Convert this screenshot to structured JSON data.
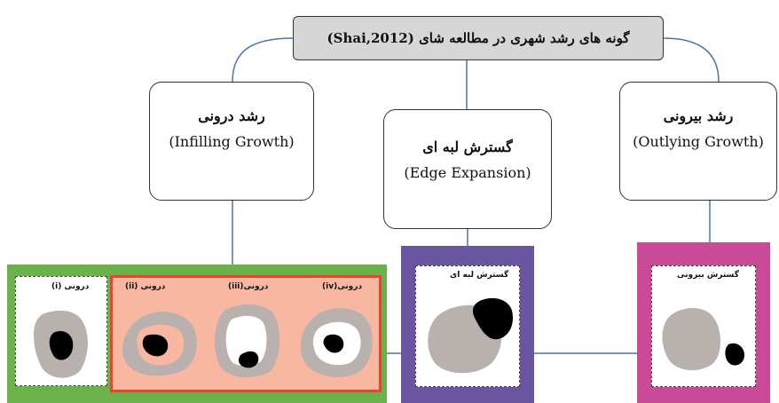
{
  "diagram": {
    "root": "گونه های رشد شهری در مطالعه شای (Shai,2012)",
    "branches": [
      {
        "fa": "رشد درونی",
        "en": "(Infilling Growth)"
      },
      {
        "fa": "گسترش لبه ای",
        "en": "(Edge Expansion)"
      },
      {
        "fa": "رشد بیرونی",
        "en": "(Outlying Growth)"
      }
    ],
    "infill_cards": [
      "درونی (i)",
      "درونی (ii)",
      "درونی(iii)",
      "درونی(iv)"
    ],
    "edge_card": "گسترش لبه ای",
    "outlying_card": "گسترش بیرونی",
    "colors": {
      "root_fill": "#d6d6d6",
      "infill_panel": "#6cb24a",
      "infill_sub_panel": "#f7b7a0",
      "infill_sub_border": "#e8452f",
      "edge_panel": "#6a55a0",
      "outlying_panel": "#c94b97",
      "connector": "#4a76a8",
      "blob_gray": "#b8b1ae",
      "blob_black": "#000000"
    }
  }
}
